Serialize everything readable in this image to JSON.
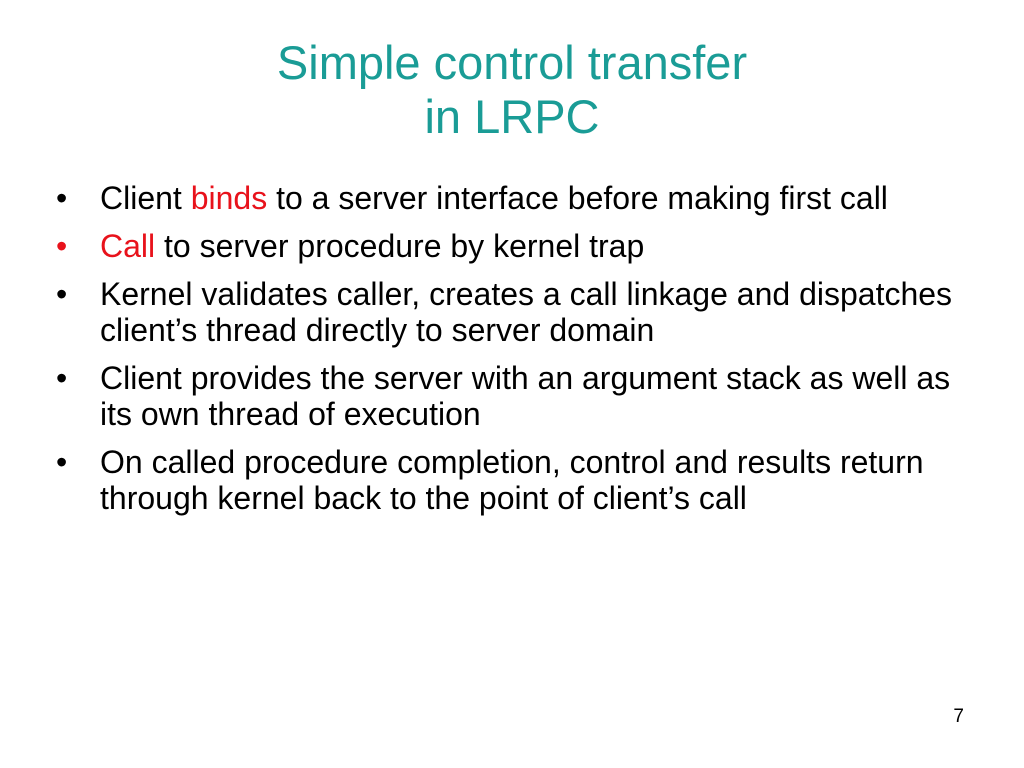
{
  "title": {
    "line1": "Simple control transfer",
    "line2": "in LRPC"
  },
  "colors": {
    "title": "#1a9c96",
    "highlight": "#e8121b",
    "text": "#000000"
  },
  "bullet_glyph": "•",
  "bullets": [
    {
      "before": "Client ",
      "highlight": "binds",
      "after": " to a server interface before making first call",
      "bullet_highlighted": false
    },
    {
      "before": "",
      "highlight": "Call",
      "after": " to server procedure by kernel trap",
      "bullet_highlighted": true
    },
    {
      "before": "",
      "highlight": "",
      "after": "Kernel validates caller, creates a call linkage and dispatches client’s thread directly to server domain",
      "bullet_highlighted": false
    },
    {
      "before": "",
      "highlight": "",
      "after": "Client provides the server with an argument stack as well as its own thread of execution",
      "bullet_highlighted": false
    },
    {
      "before": "",
      "highlight": "",
      "after": "On called procedure completion, control and results return through kernel back to the point of client’s call",
      "bullet_highlighted": false
    }
  ],
  "slide_number": "7"
}
